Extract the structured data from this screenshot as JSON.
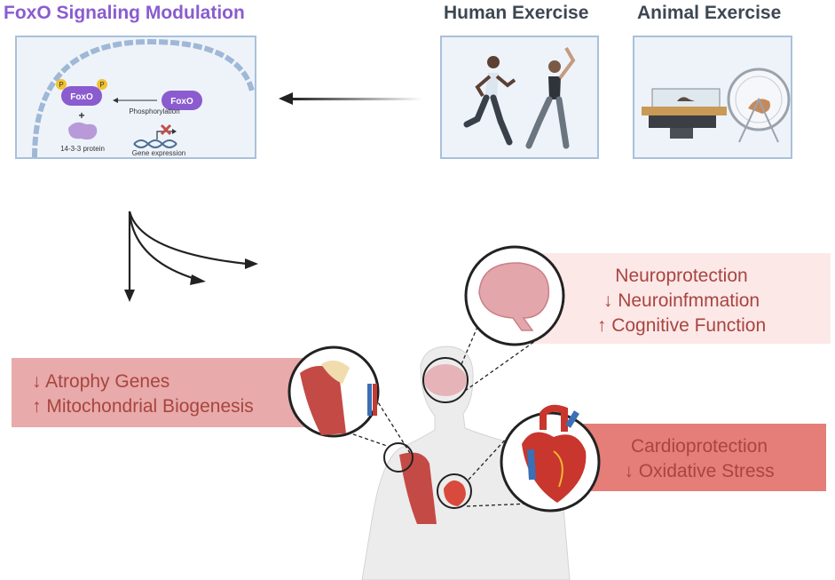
{
  "headings": {
    "foxo": "FoxO Signaling Modulation",
    "human": "Human Exercise",
    "animal": "Animal Exercise"
  },
  "foxo_panel": {
    "foxo_label": "FoxO",
    "p_label": "P",
    "plus": "+",
    "phosphorylation": "Phosphorylation",
    "protein": "14-3-3 protein",
    "gene_expression": "Gene expression"
  },
  "effects": {
    "brain": [
      "Neuroprotection",
      "↓ Neuroinfmmation",
      "↑ Cognitive Function"
    ],
    "muscle": [
      "↓ Atrophy Genes",
      "↑ Mitochondrial Biogenesis"
    ],
    "heart": [
      "Cardioprotection",
      "↓ Oxidative Stress"
    ]
  },
  "colors": {
    "foxo_purple": "#8a5ccf",
    "heading_gray": "#3d4753",
    "panel_border": "#a9c1da",
    "panel_fill": "#eef3fa",
    "brain_box": "#fde8e8",
    "muscle_box": "#e8aaaa",
    "heart_box": "#e57e78",
    "effect_text": "#a8453f"
  }
}
